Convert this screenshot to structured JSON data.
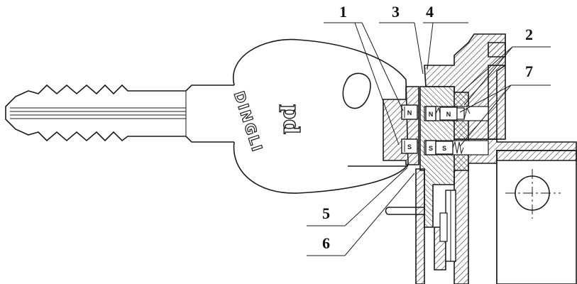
{
  "diagram": {
    "callouts": [
      {
        "id": "1",
        "label": "1"
      },
      {
        "id": "2",
        "label": "2"
      },
      {
        "id": "3",
        "label": "3"
      },
      {
        "id": "4",
        "label": "4"
      },
      {
        "id": "5",
        "label": "5"
      },
      {
        "id": "6",
        "label": "6"
      },
      {
        "id": "7",
        "label": "7"
      }
    ],
    "key": {
      "brand_text": "DINGLI",
      "logo_text": "pd"
    },
    "magnets": [
      {
        "id": "key-upper",
        "pole": "N"
      },
      {
        "id": "key-lower",
        "pole": "S"
      },
      {
        "id": "pin-upper-left",
        "pole": "N"
      },
      {
        "id": "pin-upper-right",
        "pole": "N"
      },
      {
        "id": "pin-lower-left",
        "pole": "S"
      },
      {
        "id": "pin-lower-right",
        "pole": "S"
      }
    ]
  }
}
